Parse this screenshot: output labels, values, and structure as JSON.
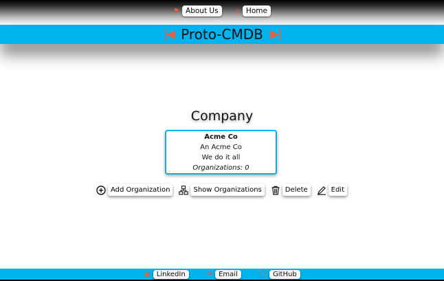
{
  "nav": {
    "about_label": "About Us",
    "home_label": "Home"
  },
  "brand": {
    "title": "Proto-CMDB"
  },
  "page": {
    "title": "Company"
  },
  "company": {
    "name": "Acme Co",
    "description": "An Acme Co",
    "tagline": "We do it all",
    "organizations": "Organizations: 0"
  },
  "actions": {
    "add_organization": "Add Organization",
    "show_organizations": "Show Organizations",
    "delete": "Delete",
    "edit": "Edit"
  },
  "footer": {
    "linkedin": "LinkedIn",
    "email": "Email",
    "github": "GitHub"
  },
  "colors": {
    "accent": "#00b2ee",
    "icon": "#e4603f"
  }
}
